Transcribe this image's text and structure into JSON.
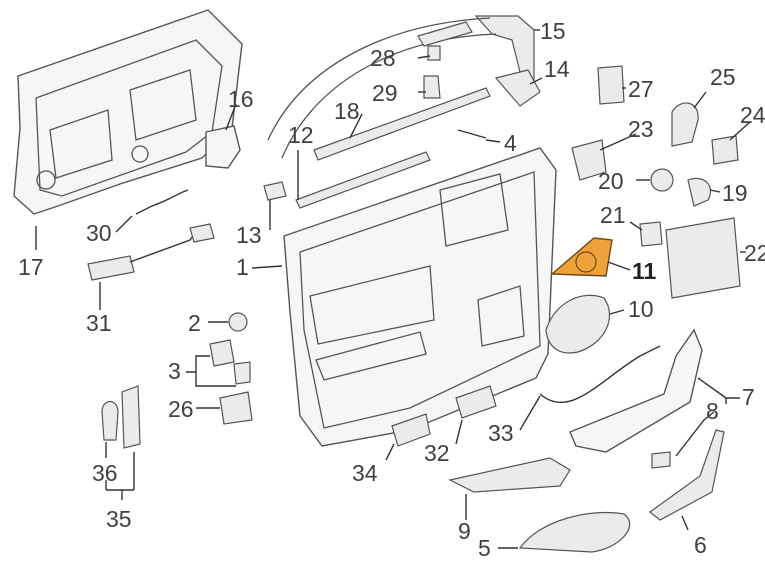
{
  "highlight": {
    "part": "11",
    "color": "#f0a23a"
  },
  "callouts": [
    "1",
    "2",
    "3",
    "4",
    "5",
    "6",
    "7",
    "8",
    "9",
    "10",
    "11",
    "12",
    "13",
    "14",
    "15",
    "16",
    "17",
    "18",
    "19",
    "20",
    "21",
    "22",
    "23",
    "24",
    "25",
    "26",
    "27",
    "28",
    "29",
    "30",
    "31",
    "32",
    "33",
    "34",
    "35",
    "36"
  ]
}
